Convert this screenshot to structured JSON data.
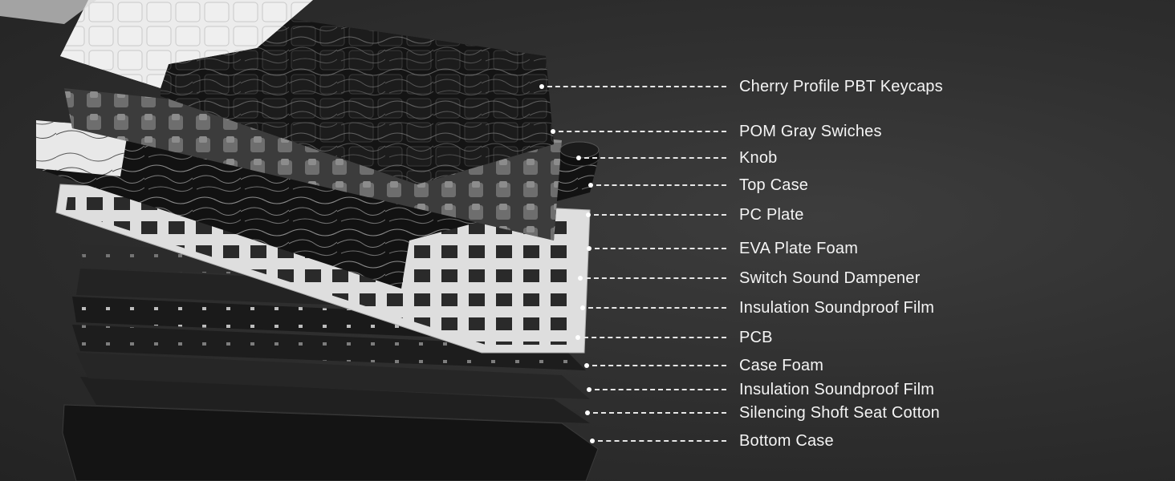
{
  "colors": {
    "background": "#303030",
    "label_text": "#f4f4f4",
    "leader_line": "#e6e6e6",
    "dark_shell": "#161616",
    "white_keycap": "#ececec",
    "plate": "#d9d9d9"
  },
  "components": [
    {
      "id": "keycaps",
      "label": "Cherry Profile PBT Keycaps"
    },
    {
      "id": "switches",
      "label": "POM Gray Swiches"
    },
    {
      "id": "knob",
      "label": "Knob"
    },
    {
      "id": "top-case",
      "label": "Top Case"
    },
    {
      "id": "pc-plate",
      "label": "PC Plate"
    },
    {
      "id": "eva-foam",
      "label": "EVA Plate Foam"
    },
    {
      "id": "switch-dampener",
      "label": "Switch Sound Dampener"
    },
    {
      "id": "insulation-film-1",
      "label": "Insulation Soundproof Film"
    },
    {
      "id": "pcb",
      "label": "PCB"
    },
    {
      "id": "case-foam",
      "label": "Case Foam"
    },
    {
      "id": "insulation-film-2",
      "label": "Insulation Soundproof Film"
    },
    {
      "id": "seat-cotton",
      "label": "Silencing Shoft Seat Cotton"
    },
    {
      "id": "bottom-case",
      "label": "Bottom Case"
    }
  ]
}
